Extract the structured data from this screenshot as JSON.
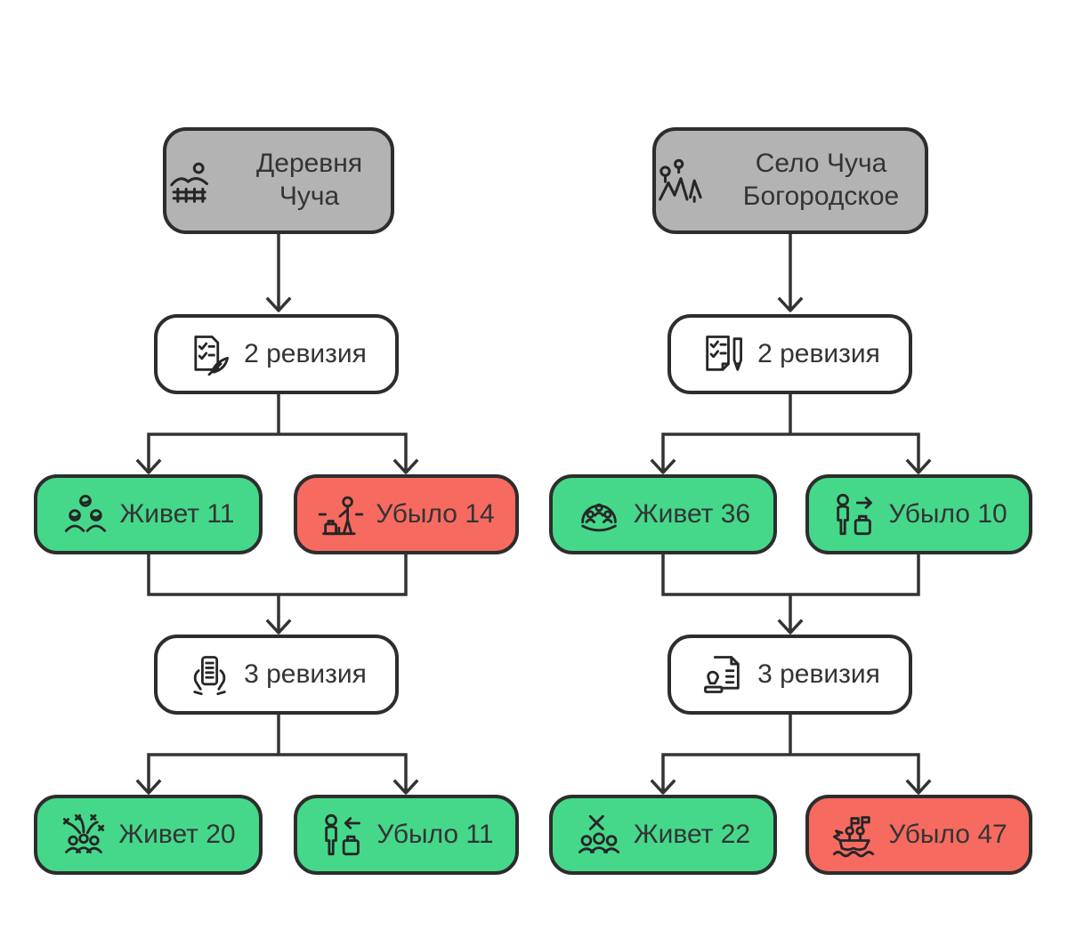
{
  "palette": {
    "green": "#45d88a",
    "red": "#f76a60",
    "gray": "#b3b3b3",
    "line": "#333333",
    "background": "#ffffff"
  },
  "columns": [
    {
      "root": {
        "label": "Деревня Чуча",
        "icon": "village-fence-icon",
        "color": "gray"
      },
      "revision2": {
        "label": "2 ревизия",
        "icon": "checklist-quill-icon",
        "color": "white"
      },
      "after_rev2": [
        {
          "label": "Живет 11",
          "icon": "family-group-icon",
          "color": "green"
        },
        {
          "label": "Убыло 14",
          "icon": "person-departing-luggage-icon",
          "color": "red"
        }
      ],
      "revision3": {
        "label": "3 ревизия",
        "icon": "hands-holding-list-icon",
        "color": "white"
      },
      "after_rev3": [
        {
          "label": "Живет 20",
          "icon": "celebrating-crowd-icon",
          "color": "green"
        },
        {
          "label": "Убыло 11",
          "icon": "person-luggage-arrow-left-icon",
          "color": "green"
        }
      ]
    },
    {
      "root": {
        "label": "Село Чуча Богородское",
        "icon": "map-pin-forest-icon",
        "color": "gray"
      },
      "revision2": {
        "label": "2 ревизия",
        "icon": "checklist-pen-icon",
        "color": "white"
      },
      "after_rev2": [
        {
          "label": "Живет 36",
          "icon": "community-dome-icon",
          "color": "green"
        },
        {
          "label": "Убыло 10",
          "icon": "person-luggage-arrow-right-icon",
          "color": "green"
        }
      ],
      "revision3": {
        "label": "3 ревизия",
        "icon": "stamped-document-icon",
        "color": "white"
      },
      "after_rev3": [
        {
          "label": "Живет 22",
          "icon": "people-x-mark-icon",
          "color": "green"
        },
        {
          "label": "Убыло 47",
          "icon": "boat-passengers-icon",
          "color": "red"
        }
      ]
    }
  ]
}
